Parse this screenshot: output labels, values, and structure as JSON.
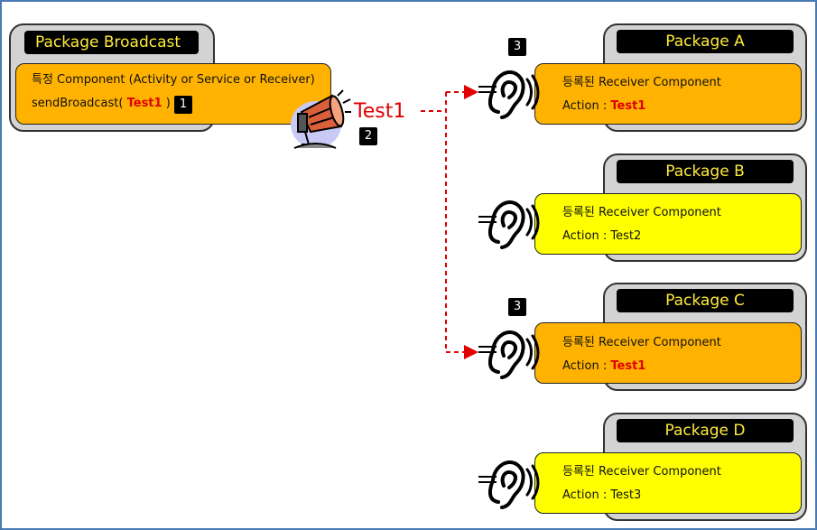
{
  "broadcast": {
    "title": "Package Broadcast",
    "line1": "특정 Component (Activity or Service or Receiver)",
    "line2_prefix": "sendBroadcast(",
    "line2_value": "Test1",
    "line2_suffix": ") ;",
    "badge": "1"
  },
  "message": {
    "label": "Test1",
    "badge": "2"
  },
  "packages": [
    {
      "title": "Package A",
      "desc": "등록된 Receiver Component",
      "action_label": "Action :",
      "action_value": "Test1",
      "badge": "3"
    },
    {
      "title": "Package B",
      "desc": "등록된 Receiver Component",
      "action_label": "Action :",
      "action_value": "Test2"
    },
    {
      "title": "Package C",
      "desc": "등록된 Receiver Component",
      "action_label": "Action :",
      "action_value": "Test1",
      "badge": "3"
    },
    {
      "title": "Package D",
      "desc": "등록된 Receiver Component",
      "action_label": "Action :",
      "action_value": "Test3"
    }
  ],
  "colors": {
    "match": "#ffb300",
    "nomatch": "#ffff00",
    "arrow": "#e00000",
    "frame": "#4a7ab3"
  },
  "icons": {
    "sender": "megaphone-icon",
    "receiver": "ear-icon"
  }
}
